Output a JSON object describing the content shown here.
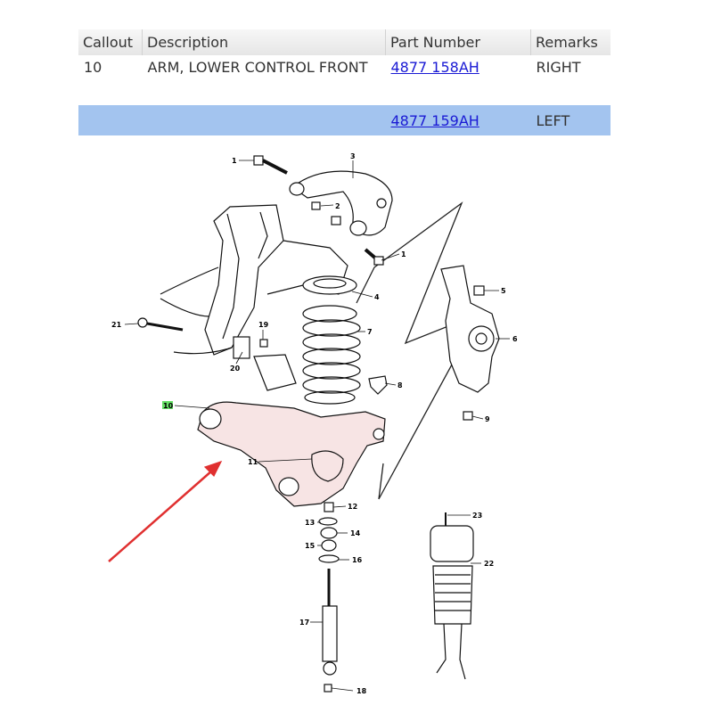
{
  "table": {
    "headers": [
      "Callout",
      "Description",
      "Part Number",
      "Remarks"
    ],
    "rows": [
      {
        "callout": "10",
        "description": "ARM, LOWER CONTROL FRONT",
        "part_number": "4877 158AH",
        "remarks": "RIGHT"
      },
      {
        "callout": "",
        "description": "",
        "part_number": "4877 159AH",
        "remarks": "LEFT"
      }
    ]
  },
  "diagram": {
    "callouts": [
      "1",
      "2",
      "3",
      "1",
      "4",
      "5",
      "6",
      "7",
      "8",
      "9",
      "10",
      "11",
      "12",
      "13",
      "14",
      "15",
      "16",
      "17",
      "18",
      "19",
      "20",
      "21",
      "22",
      "23"
    ],
    "highlight_color": "#f7e4e4",
    "callout_highlight_color": "#66e066",
    "arrow_color": "#e03030"
  }
}
